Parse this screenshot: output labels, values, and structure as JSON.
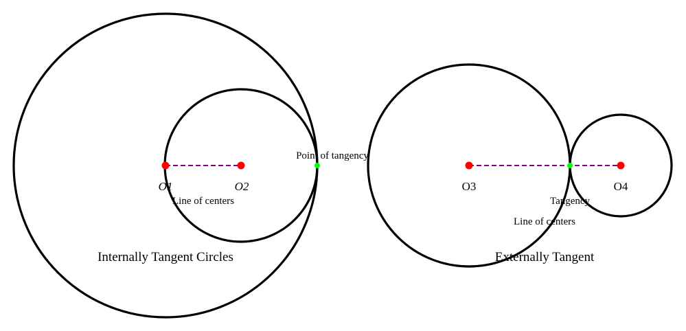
{
  "internal": {
    "title": "Internally Tangent Circles",
    "center1_label": "O1",
    "center2_label": "O2",
    "line_label": "Line of centers",
    "tangency_label": "Point of tangency"
  },
  "external": {
    "title": "Externally Tangent",
    "center3_label": "O3",
    "center4_label": "O4",
    "line_label": "Line of centers",
    "tangency_label": "Tangency"
  },
  "colors": {
    "circle_stroke": "#000000",
    "center_point": "#ff0000",
    "tangency_point": "#00ff00",
    "line_of_centers": "#800080"
  }
}
